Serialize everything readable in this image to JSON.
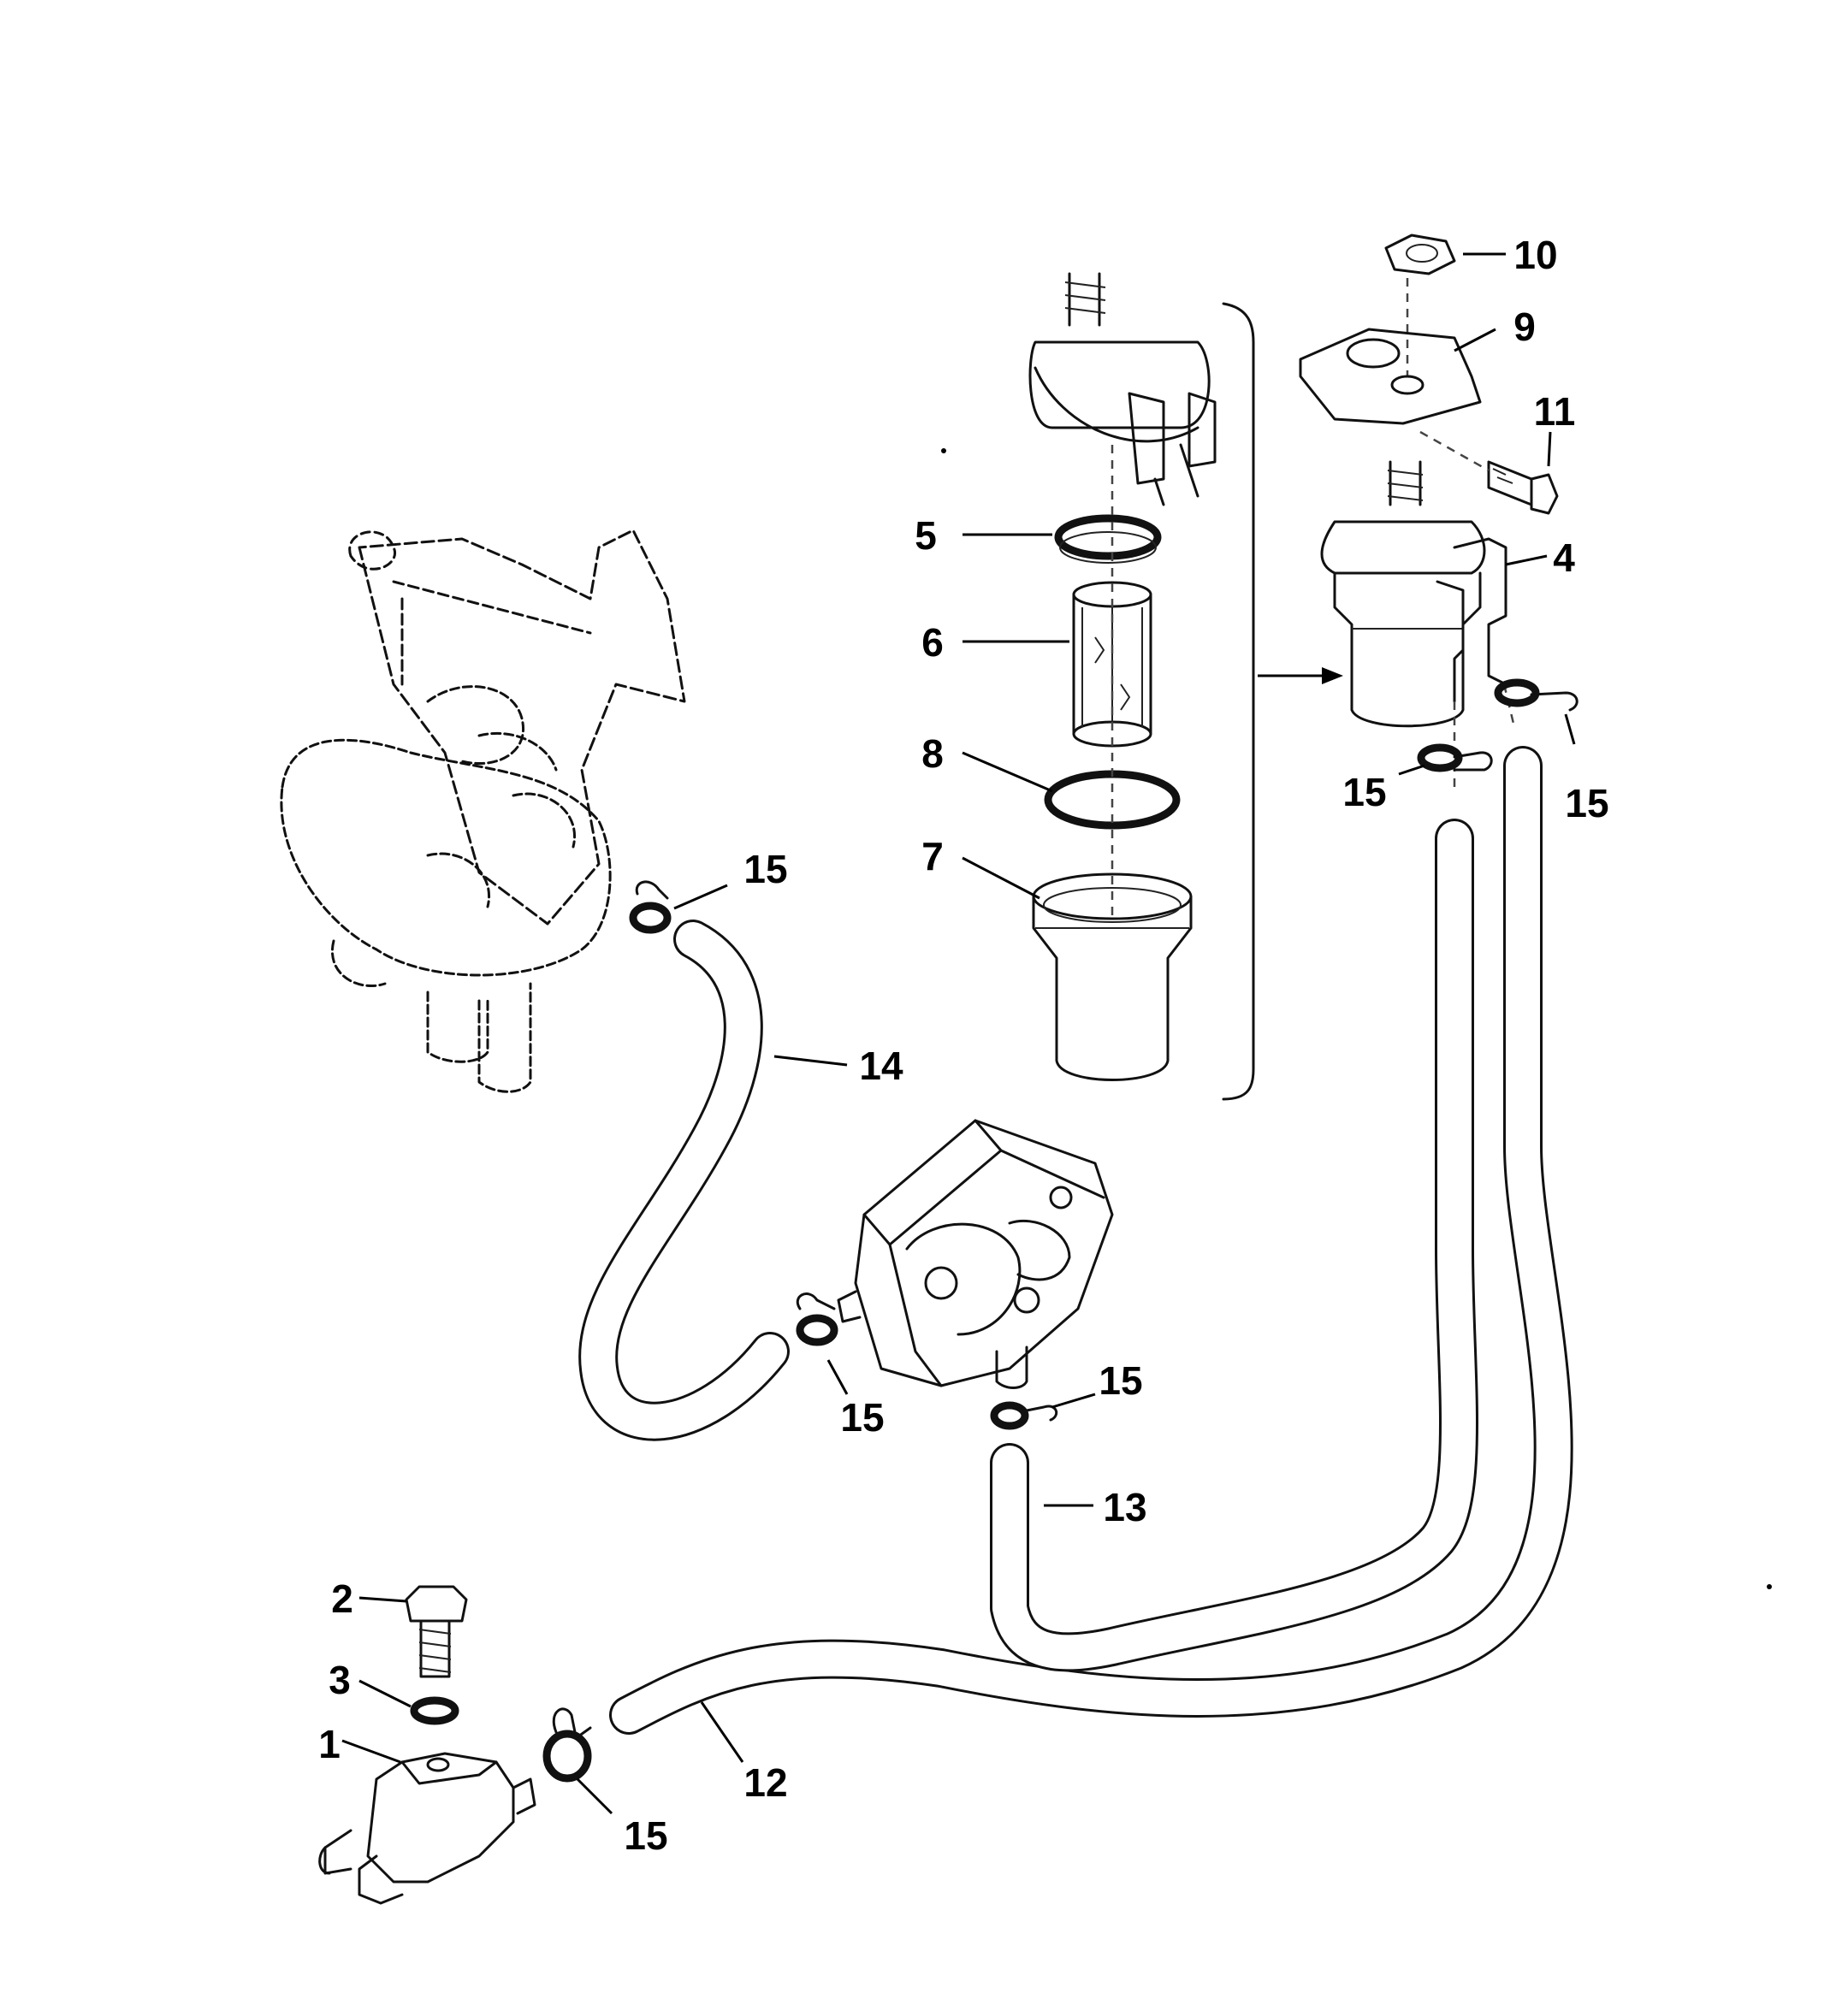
{
  "callouts": {
    "c1": "1",
    "c2": "2",
    "c3": "3",
    "c4": "4",
    "c5": "5",
    "c6": "6",
    "c7": "7",
    "c8": "8",
    "c9": "9",
    "c10": "10",
    "c11": "11",
    "c12": "12",
    "c13": "13",
    "c14": "14",
    "c15a": "15",
    "c15b": "15",
    "c15c": "15",
    "c15d": "15",
    "c15e": "15",
    "c15f": "15"
  }
}
